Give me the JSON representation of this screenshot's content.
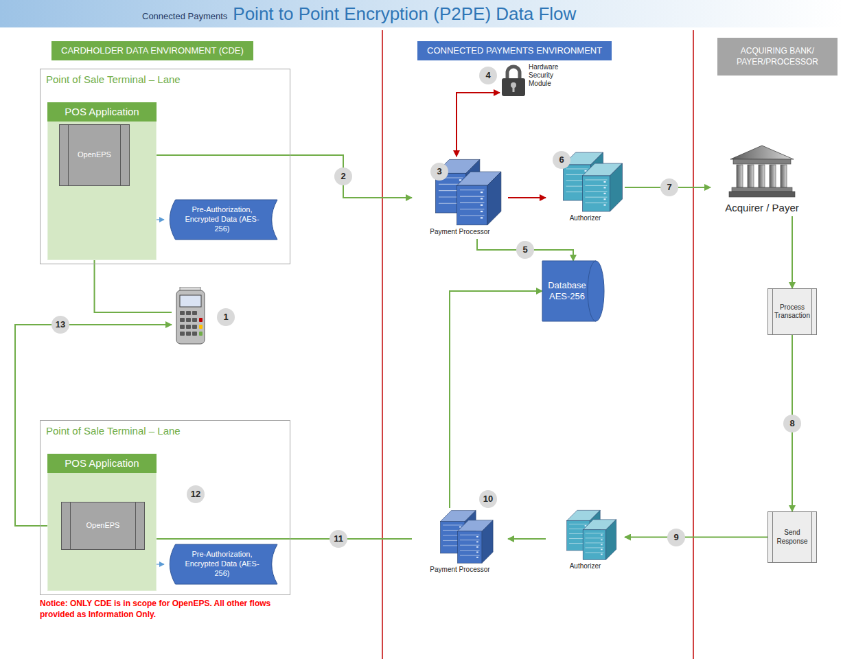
{
  "diagram": {
    "title": "Point to Point Encryption (P2PE) Data Flow",
    "nodes": [
      {
        "text": [
          "CARDHOLDER DATA ENVIRONMENT (CDE)"
        ]
      },
      {
        "text": [
          "CONNECTED PAYMENTS ENVIRONMENT"
        ]
      },
      {
        "text": [
          "ACQUIRING BANK/ PAYER/PROCESSOR"
        ]
      },
      {
        "text": [
          "Point of Sale Terminal – Lane"
        ]
      },
      {
        "text": [
          "POS Application"
        ],
        "in": 3
      },
      {
        "text": [
          "OpenEPS"
        ],
        "in": 4
      },
      {
        "text": [
          "Pre-Authorization, Encrypted Data (AES-256)"
        ],
        "in": 3
      },
      {
        "text": [
          "Payment Processor"
        ]
      },
      {
        "text": [
          "Hardware Security Module"
        ]
      },
      {
        "text": [
          "Authorizer"
        ]
      },
      {
        "text": [
          "Acquirer / Payer"
        ]
      },
      {
        "text": [
          "1"
        ]
      },
      {
        "text": [
          "Database AES-256"
        ]
      },
      {
        "text": [
          "Process Transaction"
        ]
      },
      {
        "text": [
          "Send Response"
        ]
      },
      {
        "text": [
          "Point of Sale Terminal – Lane"
        ]
      },
      {
        "text": [
          "POS Application"
        ],
        "in": 15
      },
      {
        "text": [
          "OpenEPS"
        ],
        "in": 16
      },
      {
        "text": [
          "Pre-Authorization, Encrypted Data (AES-256)"
        ],
        "in": 15
      },
      {
        "text": [
          "Payment Processor"
        ]
      },
      {
        "text": [
          "Authorizer"
        ]
      }
    ],
    "edges": [
      {
        "from": 11,
        "to": 5,
        "arrow": "to"
      },
      {
        "from": 5,
        "to": 7,
        "label": "2",
        "arrow": "to"
      },
      {
        "from": 4,
        "to": 6,
        "arrow": "to"
      },
      {
        "from": 7,
        "to": 8,
        "arrow": "both"
      },
      {
        "from": 7,
        "to": 9,
        "arrow": "to"
      },
      {
        "from": 7,
        "to": 12,
        "label": "5",
        "arrow": "to"
      },
      {
        "from": 9,
        "to": 10,
        "label": "7",
        "arrow": "to"
      },
      {
        "from": 10,
        "to": 13,
        "arrow": "to"
      },
      {
        "from": 13,
        "to": 14,
        "label": "8",
        "arrow": "to"
      },
      {
        "from": 14,
        "to": 20,
        "label": "9",
        "arrow": "to"
      },
      {
        "from": 20,
        "to": 19,
        "arrow": "to"
      },
      {
        "from": 19,
        "to": 12,
        "arrow": "to"
      },
      {
        "from": 19,
        "to": 17,
        "label": "11",
        "arrow": "to"
      },
      {
        "from": 17,
        "to": 11,
        "label": "13",
        "arrow": "to"
      },
      {
        "from": 16,
        "to": 18,
        "arrow": "to"
      }
    ],
    "labels": [
      "Connected Payments",
      "3",
      "4",
      "6",
      "10",
      "12",
      "Notice: ONLY CDE is in scope for OpenEPS. All other flows provided as Information Only."
    ]
  }
}
